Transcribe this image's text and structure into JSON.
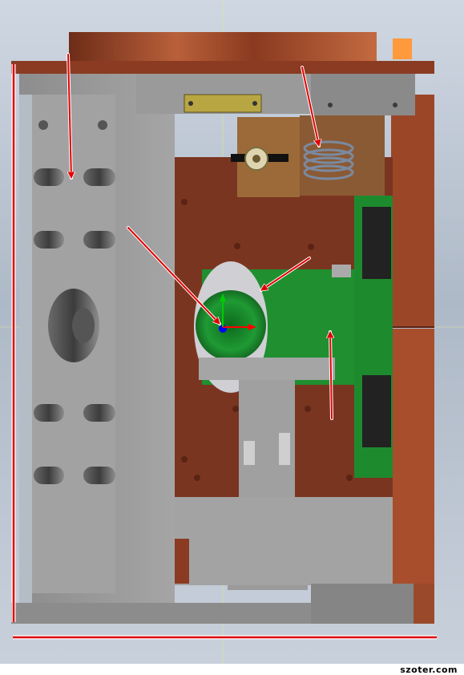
{
  "watermark": "szoter.com",
  "colors": {
    "background": "#b8c2cf",
    "copper": "#7a3a22",
    "copper_light": "#b85a34",
    "grey_frame": "#9a9a9a",
    "pcb_green": "#1e8a2e",
    "annotation_red": "#e00000",
    "orange_marker": "#ff9a3c",
    "axis_green": "#00cc00",
    "axis_blue": "#0000ff",
    "axis_red": "#ff0000"
  },
  "annotations": [
    {
      "name": "arrow-top-left",
      "icon": "arrow-down-icon"
    },
    {
      "name": "arrow-top-right",
      "icon": "arrow-down-icon"
    },
    {
      "name": "arrow-to-origin",
      "icon": "arrow-diagonal-icon"
    },
    {
      "name": "arrow-to-bracket",
      "icon": "arrow-diagonal-icon"
    },
    {
      "name": "arrow-vertical-pcb",
      "icon": "arrow-up-icon"
    },
    {
      "name": "line-left-vertical",
      "icon": "vertical-line-icon"
    },
    {
      "name": "line-bottom-horizontal",
      "icon": "horizontal-line-icon"
    }
  ]
}
